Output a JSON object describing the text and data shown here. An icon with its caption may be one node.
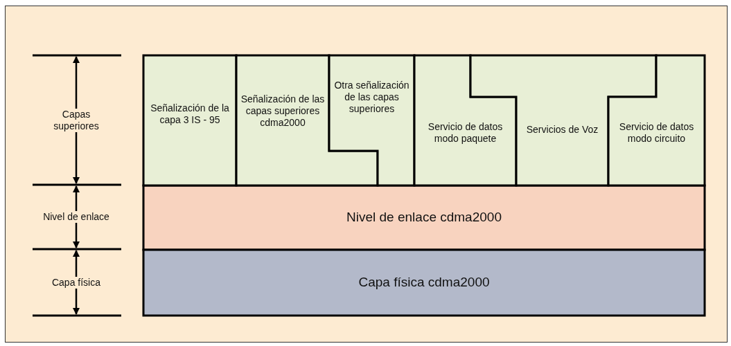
{
  "diagram": {
    "nodes": [
      {
        "text": [
          "Señalización de la capa 3 IS - 95"
        ]
      },
      {
        "text": [
          "Señalización de las capas superiores cdma2000"
        ]
      },
      {
        "text": [
          "Otra señalización de las capas superiores"
        ]
      },
      {
        "text": [
          "Servicio de datos modo paquete"
        ]
      },
      {
        "text": [
          "Servicios de Voz"
        ]
      },
      {
        "text": [
          "Servicio de datos modo circuito"
        ]
      },
      {
        "text": [
          "Nivel de enlace cdma2000"
        ]
      },
      {
        "text": [
          "Capa física cdma2000"
        ]
      }
    ],
    "labels": [
      "Capas superiores",
      "Nivel de enlace",
      "Capa física"
    ]
  }
}
